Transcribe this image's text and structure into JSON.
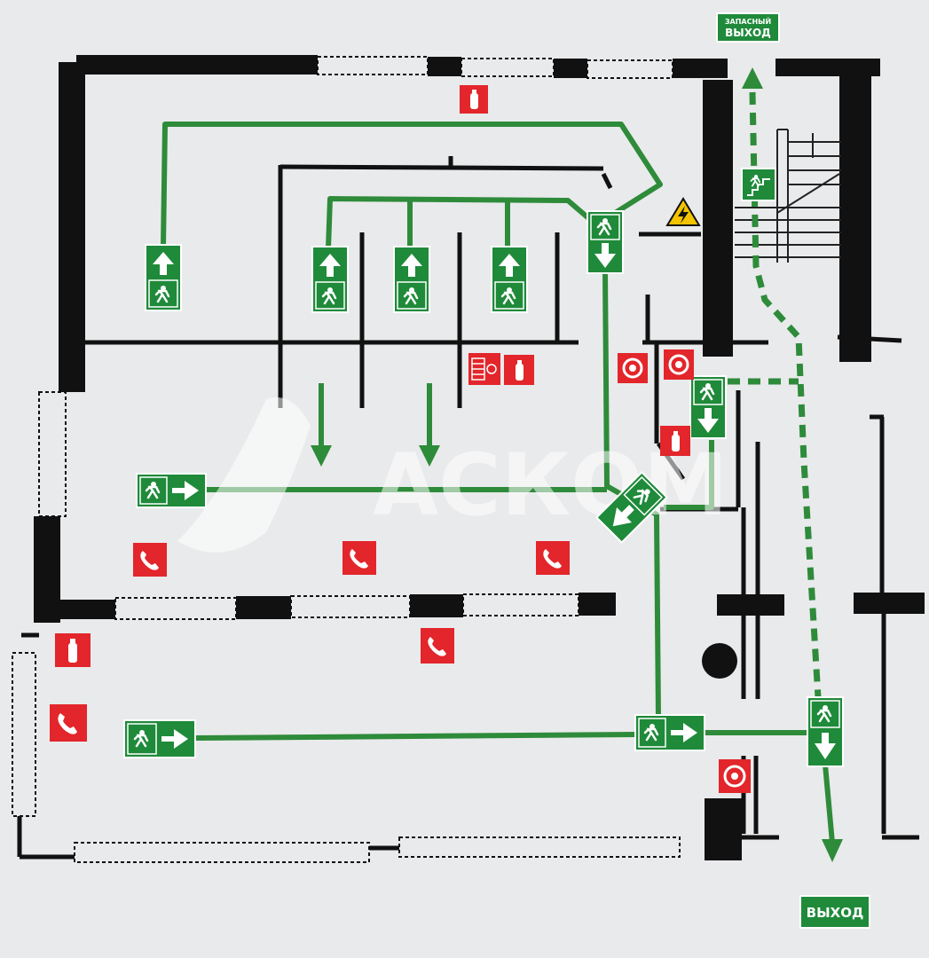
{
  "labels": {
    "emergency_exit_line1": "ЗАПАСНЫЙ",
    "emergency_exit_line2": "ВЫХОД",
    "main_exit": "ВЫХОД",
    "watermark": "АСКОМ"
  },
  "colors": {
    "background": "#e9eaec",
    "wall": "#111111",
    "route": "#2e8b3a",
    "sign_green": "#1f8a3a",
    "fire_red": "#e2262b",
    "warning_yellow": "#f4c400",
    "watermark": "#ffffff"
  },
  "icons": {
    "up_arrow_sign": "up-arrow-icon",
    "down_arrow_sign": "down-arrow-icon",
    "right_arrow_sign": "right-arrow-icon",
    "running_man": "running-man-icon",
    "fire_extinguisher": "fire-extinguisher-icon",
    "fire_hydrant": "fire-hydrant-icon",
    "phone": "phone-icon",
    "alarm_button": "fire-alarm-button-icon",
    "high_voltage": "high-voltage-icon",
    "stair_evac": "stair-evacuation-icon"
  }
}
